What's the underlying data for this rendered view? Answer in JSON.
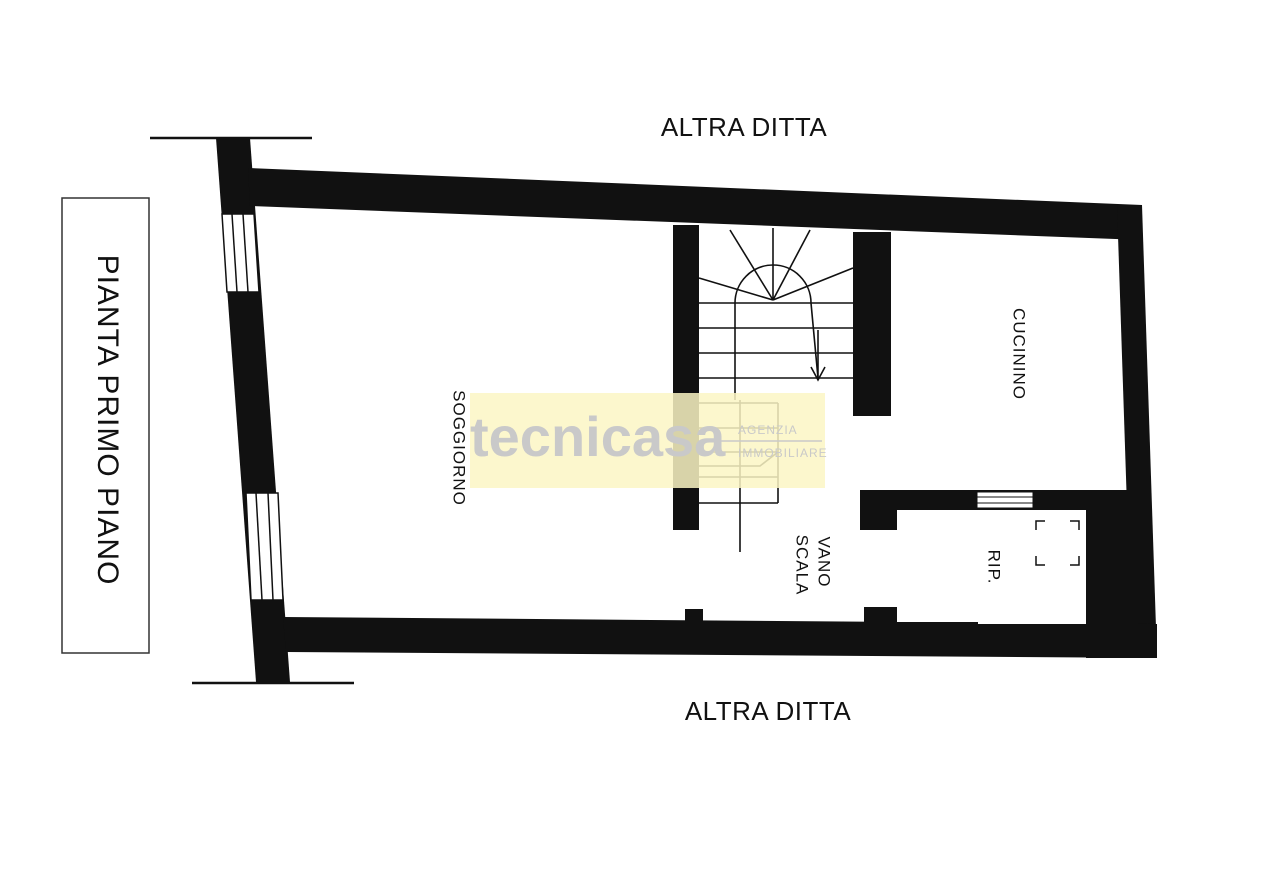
{
  "title": "PIANTA PRIMO PIANO",
  "neighbors": {
    "top": "ALTRA DITTA",
    "bottom": "ALTRA DITTA"
  },
  "rooms": {
    "soggiorno": "SOGGIORNO",
    "vano_scala_line1": "VANO",
    "vano_scala_line2": "SCALA",
    "cucinino": "CUCININO",
    "ripostiglio": "RIP."
  },
  "watermark": {
    "brand": "tecnicasa",
    "line1": "AGENZIA",
    "line2": "IMMOBILIARE"
  },
  "colors": {
    "wall": "#111111",
    "watermark_bg": "#fbf6c4"
  }
}
